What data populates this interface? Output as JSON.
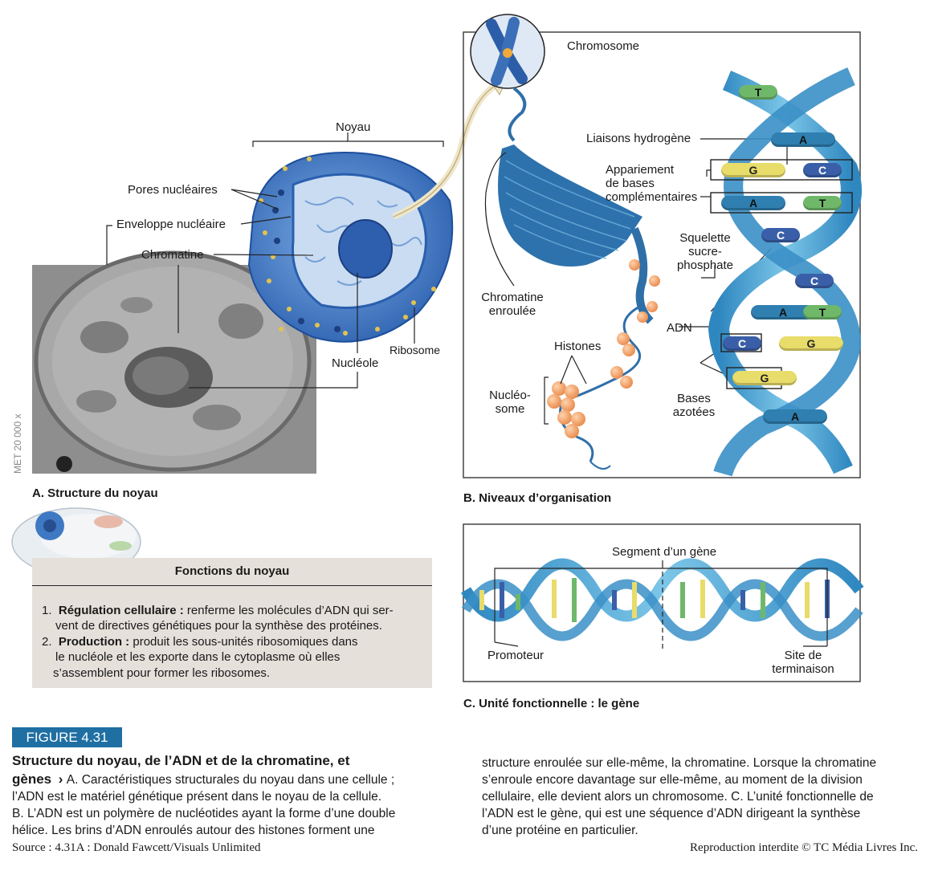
{
  "panel_a": {
    "caption": "A. Structure du noyau",
    "labels": {
      "noyau": "Noyau",
      "pores": "Pores nucléaires",
      "enveloppe": "Enveloppe nucléaire",
      "chromatine": "Chromatine",
      "ribosome": "Ribosome",
      "nucleole": "Nucléole"
    },
    "micrograph_scale": "MET 20 000 x"
  },
  "panel_b": {
    "caption": "B. Niveaux d’organisation",
    "labels": {
      "chromosome": "Chromosome",
      "liaisons": "Liaisons hydrogène",
      "appariement": [
        "Appariement",
        "de bases",
        "complémentaires"
      ],
      "squelette": [
        "Squelette",
        "sucre-",
        "phosphate"
      ],
      "chromatine_enroulee": [
        "Chromatine",
        "enroulée"
      ],
      "adn": "ADN",
      "histones": "Histones",
      "nucleosome": [
        "Nucléo-",
        "some"
      ],
      "bases_azotees": [
        "Bases",
        "azotées"
      ]
    },
    "base_pairs": [
      {
        "left": "",
        "right": "T"
      },
      {
        "left": "",
        "right": "A"
      },
      {
        "left": "G",
        "right": "C"
      },
      {
        "left": "A",
        "right": "T"
      },
      {
        "left": "C",
        "right": ""
      },
      {
        "left": "",
        "right": "C"
      },
      {
        "left": "A",
        "right": "T"
      },
      {
        "left": "C",
        "right": "G"
      },
      {
        "left": "G",
        "right": ""
      },
      {
        "left": "A",
        "right": ""
      }
    ]
  },
  "panel_c": {
    "caption": "C. Unité fonctionnelle : le gène",
    "labels": {
      "segment": "Segment d’un gène",
      "promoteur": "Promoteur",
      "site": [
        "Site de",
        "terminaison"
      ]
    }
  },
  "functions": {
    "title": "Fonctions du noyau",
    "items": [
      {
        "num": "1.",
        "term": "Régulation cellulaire :",
        "lines": [
          "renferme les molécules d’ADN qui ser-",
          "vent de directives génétiques pour la synthèse des protéines."
        ]
      },
      {
        "num": "2.",
        "term": "Production :",
        "lines": [
          "produit les sous-unités ribosomiques dans",
          "le nucléole et les exporte dans le cytoplasme où elles",
          "s’assemblent pour former les ribosomes."
        ]
      }
    ]
  },
  "figure": {
    "tag": "FIGURE 4.31",
    "title_lines": [
      "Structure du noyau, de l’ADN et de la chromatine, et",
      "gènes"
    ],
    "arrow": "›",
    "col1": [
      "A. Caractéristiques structurales du noyau dans une cellule ;",
      "l’ADN est le matériel génétique présent dans le noyau de la cellule.",
      "B. L’ADN est un polymère de nucléotides ayant la forme d’une double",
      "hélice. Les brins d’ADN enroulés autour des histones forment une"
    ],
    "col2": [
      "structure enroulée sur elle-même, la chromatine. Lorsque la chromatine",
      "s’enroule encore davantage sur elle-même, au moment de la division",
      "cellulaire, elle devient alors un chromosome. C. L’unité fonctionnelle de",
      "l’ADN est le gène, qui est une séquence d’ADN dirigeant la synthèse",
      "d’une protéine en particulier."
    ],
    "source": "Source : 4.31A : Donald Fawcett/Visuals Unlimited",
    "rights": "Reproduction interdite © TC Média Livres Inc."
  },
  "colors": {
    "accent": "#1f6fa3",
    "nucleus_blue": "#3f79c4",
    "micrograph": "#9a9a9a",
    "histone": "#f0a46a",
    "base_G": "#e8dc6a",
    "base_C": "#3a5fa8",
    "base_A": "#2f7fb0",
    "base_T": "#6fb86a",
    "box_bg": "#e5e0da"
  }
}
